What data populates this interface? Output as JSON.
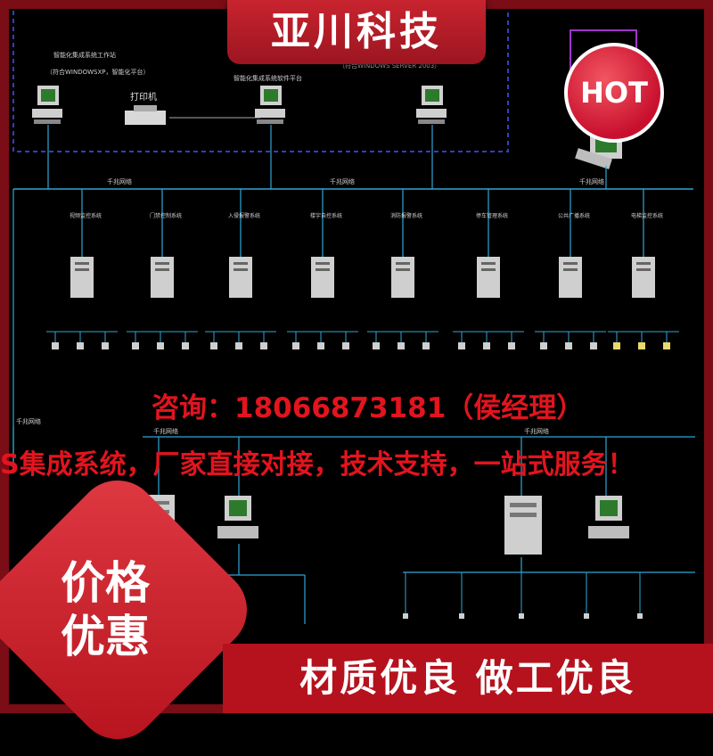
{
  "brand": "亚川科技",
  "badge": "HOT",
  "diagram": {
    "workstation_label_1": "智能化集成系统工作站",
    "workstation_note_1": "（符合WINDOWSXP，智能化平台）",
    "workstation_note_2": "（符合WINDOWS SERVER 2003）",
    "workstation_note_3": "智能化集成系统软件平台",
    "printer_label": "打印机",
    "backbone_label_left": "千兆网络",
    "backbone_label_mid": "千兆网络",
    "backbone_label_right": "千兆网络",
    "lower_left_label": "千兆网络",
    "lower_right_label": "千兆网络",
    "lower_mid_label": "千兆网络",
    "subsystems": [
      {
        "name": "视频监控系统"
      },
      {
        "name": "门禁控制系统"
      },
      {
        "name": "入侵报警系统"
      },
      {
        "name": "楼宇自控系统"
      },
      {
        "name": "消防报警系统"
      },
      {
        "name": "停车管理系统"
      },
      {
        "name": "公共广播系统"
      },
      {
        "name": "电梯监控系统"
      }
    ]
  },
  "contact": "咨询：18066873181（侯经理）",
  "tagline": "S集成系统，厂家直接对接，技术支持，一站式服务！",
  "price_line1": "价格",
  "price_line2": "优惠",
  "quality": "材质优良 做工优良",
  "colors": {
    "brand_red": "#c8242f",
    "line_cyan": "#2fa6d6",
    "text_red": "#e3141e",
    "dash_blue": "#3040c0"
  }
}
